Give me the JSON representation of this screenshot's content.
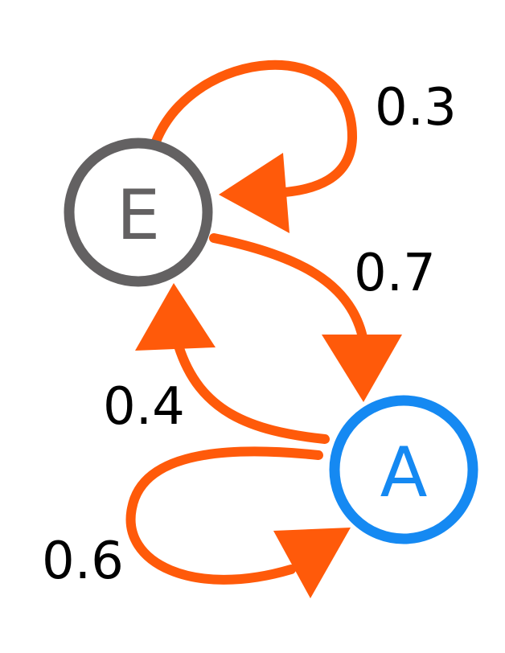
{
  "diagram": {
    "type": "markov-chain",
    "colors": {
      "edge": "#ff5a0a",
      "state_e": "#636162",
      "state_a": "#1589f2",
      "label": "#000000",
      "background": "#ffffff"
    },
    "states": [
      {
        "id": "E",
        "label": "E"
      },
      {
        "id": "A",
        "label": "A"
      }
    ],
    "transitions": [
      {
        "from": "E",
        "to": "E",
        "probability": "0.3"
      },
      {
        "from": "E",
        "to": "A",
        "probability": "0.7"
      },
      {
        "from": "A",
        "to": "E",
        "probability": "0.4"
      },
      {
        "from": "A",
        "to": "A",
        "probability": "0.6"
      }
    ]
  }
}
